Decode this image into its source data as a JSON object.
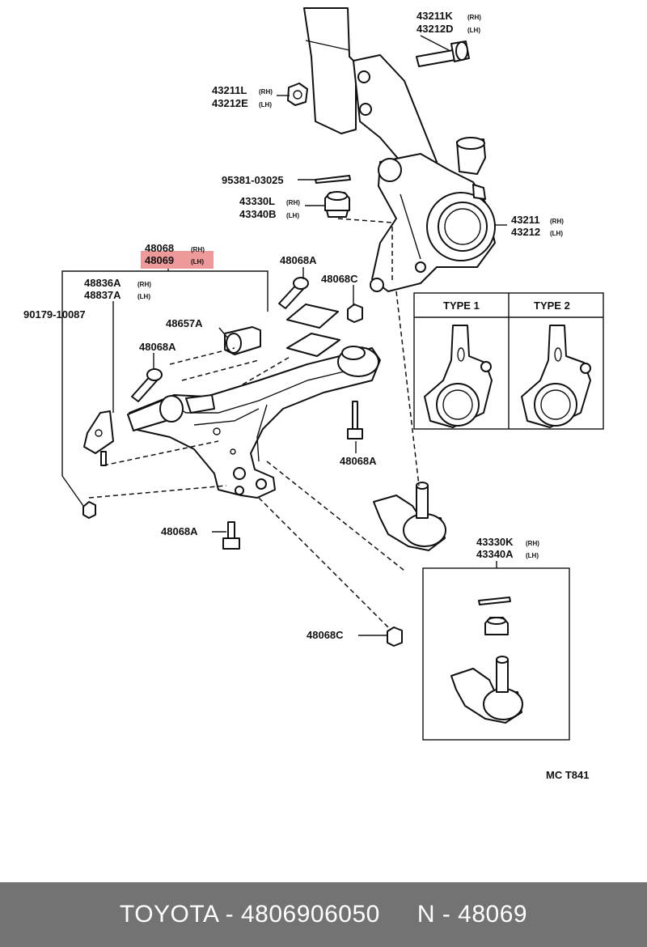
{
  "labels": {
    "l_43211k": "43211K",
    "l_43211k_s": "(RH)",
    "l_43212d": "43212D",
    "l_43212d_s": "(LH)",
    "l_43211l": "43211L",
    "l_43211l_s": "(RH)",
    "l_43212e": "43212E",
    "l_43212e_s": "(LH)",
    "l_95381": "95381-03025",
    "l_43330l": "43330L",
    "l_43330l_s": "(RH)",
    "l_43340b": "43340B",
    "l_43340b_s": "(LH)",
    "l_43211": "43211",
    "l_43211_s": "(RH)",
    "l_43212": "43212",
    "l_43212_s": "(LH)",
    "l_48068": "48068",
    "l_48068_s": "(RH)",
    "l_48069": "48069",
    "l_48069_s": "(LH)",
    "l_48068a_1": "48068A",
    "l_48068c_1": "48068C",
    "l_48836a": "48836A",
    "l_48836a_s": "(RH)",
    "l_48837a": "48837A",
    "l_48837a_s": "(LH)",
    "l_90179": "90179-10087",
    "l_48657a": "48657A",
    "l_48068a_2": "48068A",
    "l_48068a_3": "48068A",
    "l_48068a_4": "48068A",
    "l_43330k": "43330K",
    "l_43330k_s": "(RH)",
    "l_43340a": "43340A",
    "l_43340a_s": "(LH)",
    "l_48068c_2": "48068C",
    "type1": "TYPE 1",
    "type2": "TYPE 2",
    "diagram_code": "MC T841"
  },
  "highlight_color": "#ef9a9a",
  "footer": {
    "brand_part": "TOYOTA - 4806906050",
    "ref": "N - 48069",
    "background": "#737373"
  }
}
